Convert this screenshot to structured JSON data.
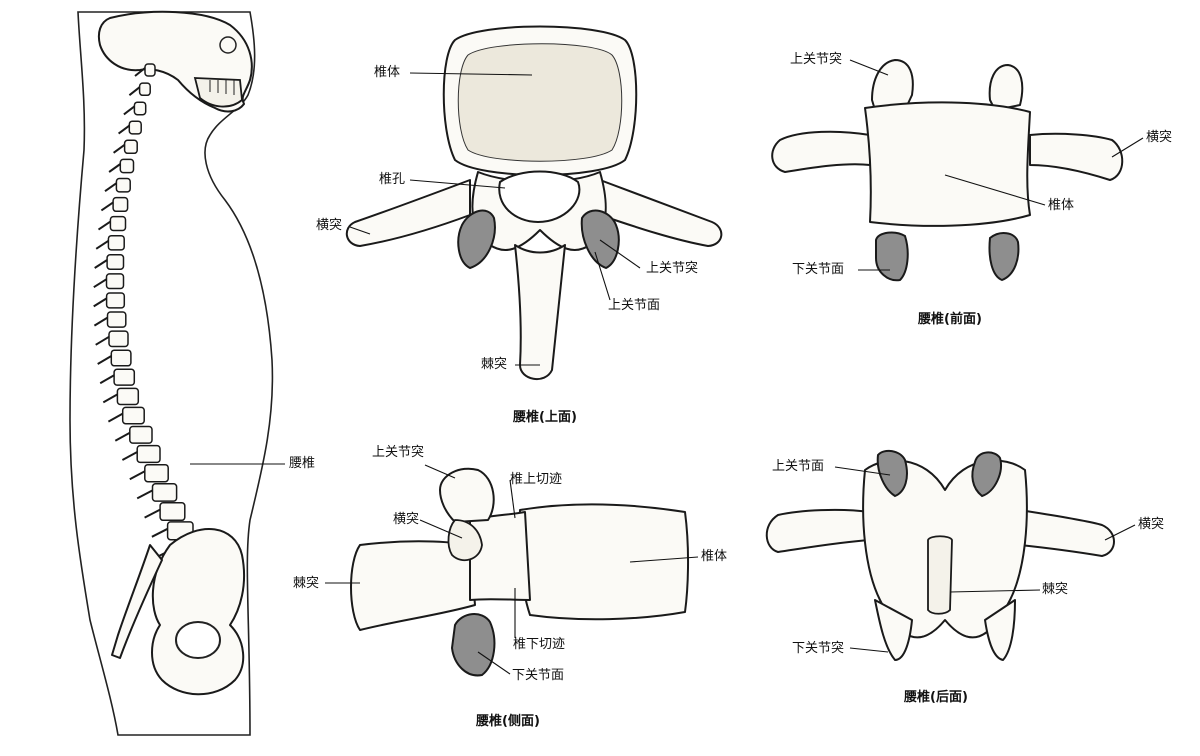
{
  "figures": {
    "spine_side": {
      "labels": {
        "lumbar": "腰椎"
      }
    },
    "top_view": {
      "caption": "腰椎(上面)",
      "labels": {
        "body": "椎体",
        "foramen": "椎孔",
        "transverse": "横突",
        "sup_process": "上关节突",
        "sup_facet": "上关节面",
        "spinous": "棘突"
      }
    },
    "front_view": {
      "caption": "腰椎(前面)",
      "labels": {
        "sup_process": "上关节突",
        "transverse": "横突",
        "body": "椎体",
        "inf_facet": "下关节面"
      }
    },
    "lateral_view": {
      "caption": "腰椎(侧面)",
      "labels": {
        "sup_process": "上关节突",
        "sup_notch": "椎上切迹",
        "transverse": "横突",
        "spinous": "棘突",
        "body": "椎体",
        "inf_notch": "椎下切迹",
        "inf_facet": "下关节面"
      }
    },
    "back_view": {
      "caption": "腰椎(后面)",
      "labels": {
        "sup_facet": "上关节面",
        "transverse": "横突",
        "spinous": "棘突",
        "inf_process": "下关节突"
      }
    }
  }
}
